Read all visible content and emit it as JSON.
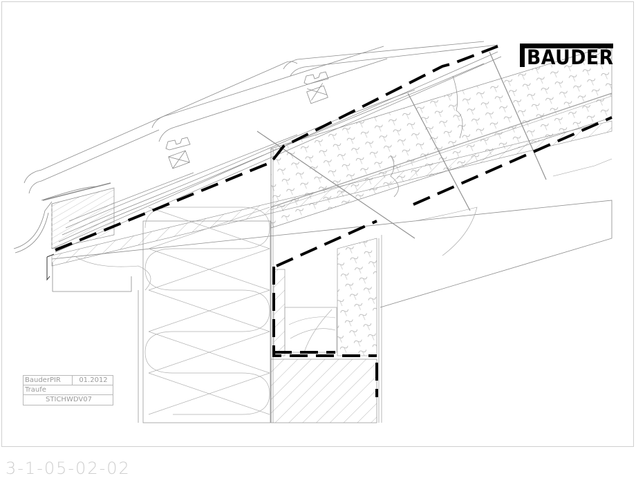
{
  "drawing": {
    "type": "CAD section detail",
    "subject": "Eaves detail with PIR rafter insulation",
    "colors": {
      "line": "#8a8a8a",
      "membrane": "#000000",
      "frame": "#cfcfcf",
      "title_text": "#9a9a9a",
      "drawing_number": "#cfcfcf"
    }
  },
  "logo": {
    "text": "BAUDER"
  },
  "title_block": {
    "product": "BauderPIR",
    "date": "01.2012",
    "description": "Traufe",
    "code": "STICHWDV07"
  },
  "drawing_number": "3-1-05-02-02"
}
